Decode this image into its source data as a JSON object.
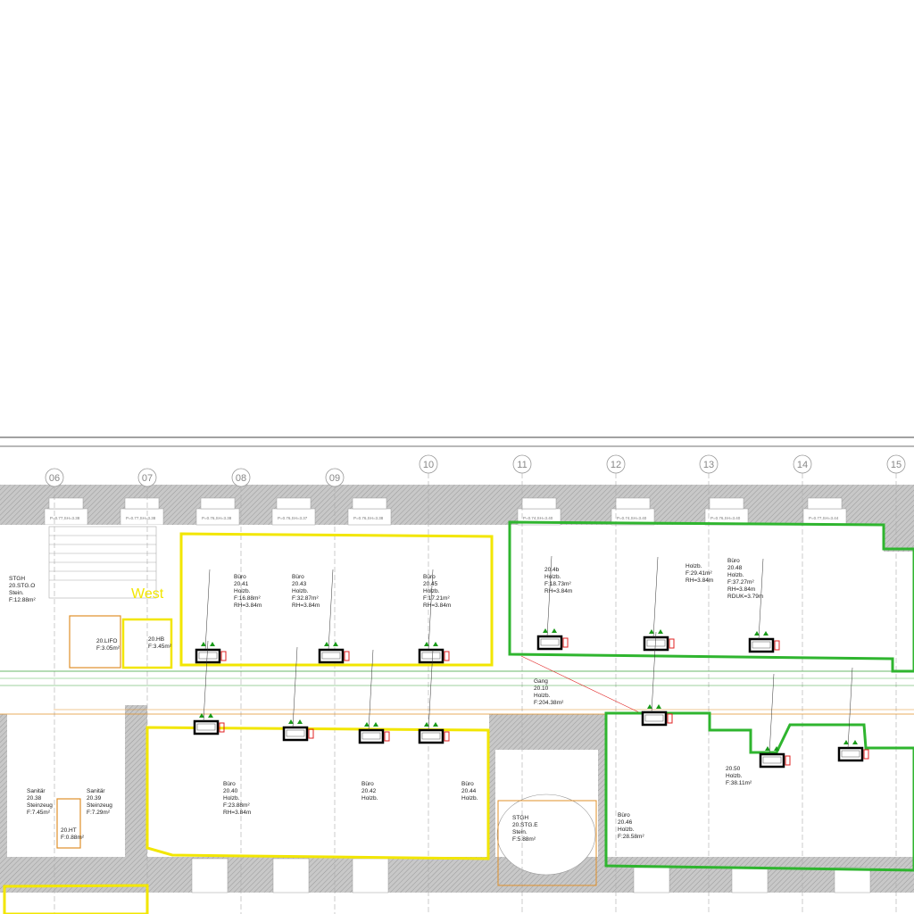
{
  "zone_label": "West",
  "axes": [
    "06",
    "07",
    "08",
    "09",
    "10",
    "11",
    "12",
    "13",
    "14",
    "15"
  ],
  "rooms": [
    {
      "lines": [
        "STGH",
        "20.STG.O",
        "Stein.",
        "F:12.88m²"
      ]
    },
    {
      "lines": [
        "20.LIFO",
        "F:3.05m²"
      ]
    },
    {
      "lines": [
        "20.HB",
        "F:3.45m²"
      ]
    },
    {
      "lines": [
        "Büro",
        "20.41",
        "Holzb.",
        "F:16.88m²",
        "RH=3.84m"
      ]
    },
    {
      "lines": [
        "Büro",
        "20.43",
        "Holzb.",
        "F:32.87m²",
        "RH=3.84m"
      ]
    },
    {
      "lines": [
        "Büro",
        "20.45",
        "Holzb.",
        "F:17.21m²",
        "RH=3.84m"
      ]
    },
    {
      "lines": [
        "20.4b",
        "Holzb.",
        "F:18.73m²",
        "RH=3.84m"
      ]
    },
    {
      "lines": [
        "Holzb.",
        "F:29.41m²",
        "RH=3.84m"
      ]
    },
    {
      "lines": [
        "Büro",
        "20.48",
        "Holzb.",
        "F:37.27m²",
        "RH=3.84m",
        "RDUK=3.79m"
      ]
    },
    {
      "lines": [
        "Gang",
        "20.10",
        "Holzb.",
        "F:204.38m²"
      ]
    },
    {
      "lines": [
        "Sanitär",
        "20.38",
        "Steinzeug",
        "F:7.45m²"
      ]
    },
    {
      "lines": [
        "Sanitär",
        "20.39",
        "Steinzeug",
        "F:7.29m²"
      ]
    },
    {
      "lines": [
        "20.HT",
        "F:0.88m²"
      ]
    },
    {
      "lines": [
        "Büro",
        "20.40",
        "Holzb.",
        "F:23.88m²",
        "RH=3.84m"
      ]
    },
    {
      "lines": [
        "Büro",
        "20.42",
        "Holzb."
      ]
    },
    {
      "lines": [
        "Büro",
        "20.44",
        "Holzb."
      ]
    },
    {
      "lines": [
        "STGH",
        "20.STG.E",
        "Stein.",
        "F:5.88m²"
      ]
    },
    {
      "lines": [
        "Büro",
        "20.46",
        "Holzb.",
        "F:28.58m²"
      ]
    },
    {
      "lines": [
        "20.50",
        "Holzb.",
        "F:38.11m²"
      ]
    }
  ],
  "window_labels": [
    "P=0.77,SH=3.38",
    "P=0.77,SH=3.38",
    "P=0.76,SH=3.38",
    "P=0.76,SH=3.37",
    "P=0.76,SH=3.38",
    "P=0.74,SH=3.40",
    "P=0.74,SH=3.40",
    "P=0.76,SH=3.40",
    "P=0.77,SH=3.44"
  ],
  "colors": {
    "zone_west": "#f2e600",
    "zone_east": "#2fb52f",
    "duct": "#e02020",
    "pipe_green": "#3aa33a",
    "pipe_orange": "#e0902a",
    "wall": "#bdbdbd"
  }
}
